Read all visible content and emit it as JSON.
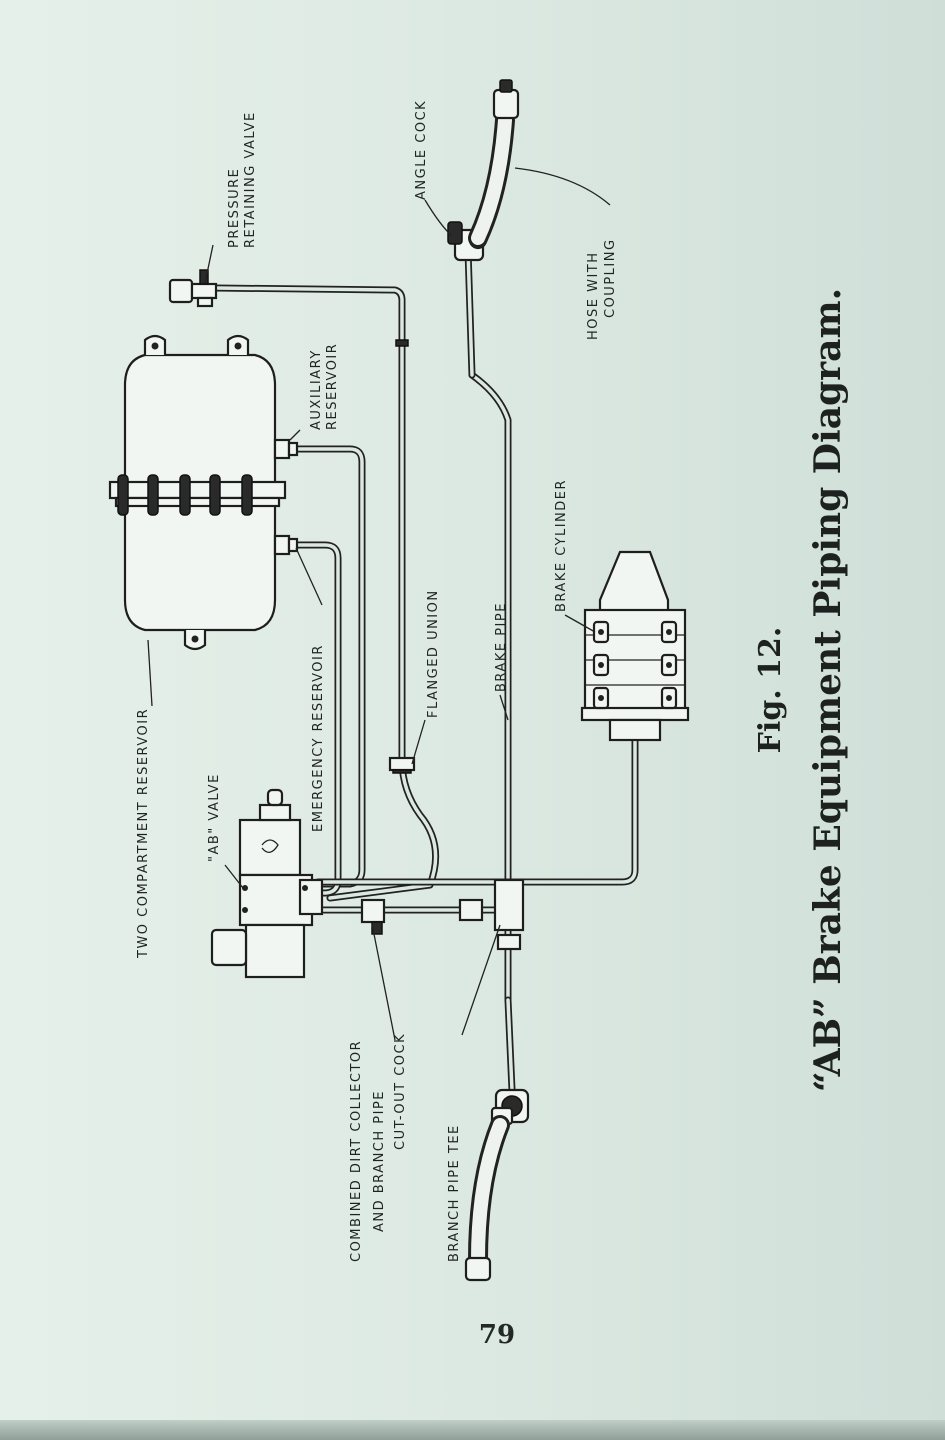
{
  "labels": {
    "pressure_retaining_valve_1": "PRESSURE",
    "pressure_retaining_valve_2": "RETAINING VALVE",
    "angle_cock": "ANGLE COCK",
    "hose_with_coupling_1": "HOSE WITH",
    "hose_with_coupling_2": "COUPLING",
    "auxiliary_reservoir_1": "AUXILIARY",
    "auxiliary_reservoir_2": "RESERVOIR",
    "brake_cylinder": "BRAKE CYLINDER",
    "flanged_union": "FLANGED UNION",
    "brake_pipe": "BRAKE PIPE",
    "emergency_reservoir": "EMERGENCY RESERVOIR",
    "two_compartment_reservoir": "TWO COMPARTMENT RESERVOIR",
    "ab_valve": "\"AB\" VALVE",
    "dirt_collector_1": "COMBINED DIRT COLLECTOR",
    "dirt_collector_2": "AND BRANCH PIPE",
    "dirt_collector_3": "CUT-OUT COCK",
    "branch_pipe_tee": "BRANCH PIPE TEE"
  },
  "caption": {
    "figure_number": "Fig. 12.",
    "title": "“AB” Brake Equipment Piping Diagram."
  },
  "page_number": "79"
}
